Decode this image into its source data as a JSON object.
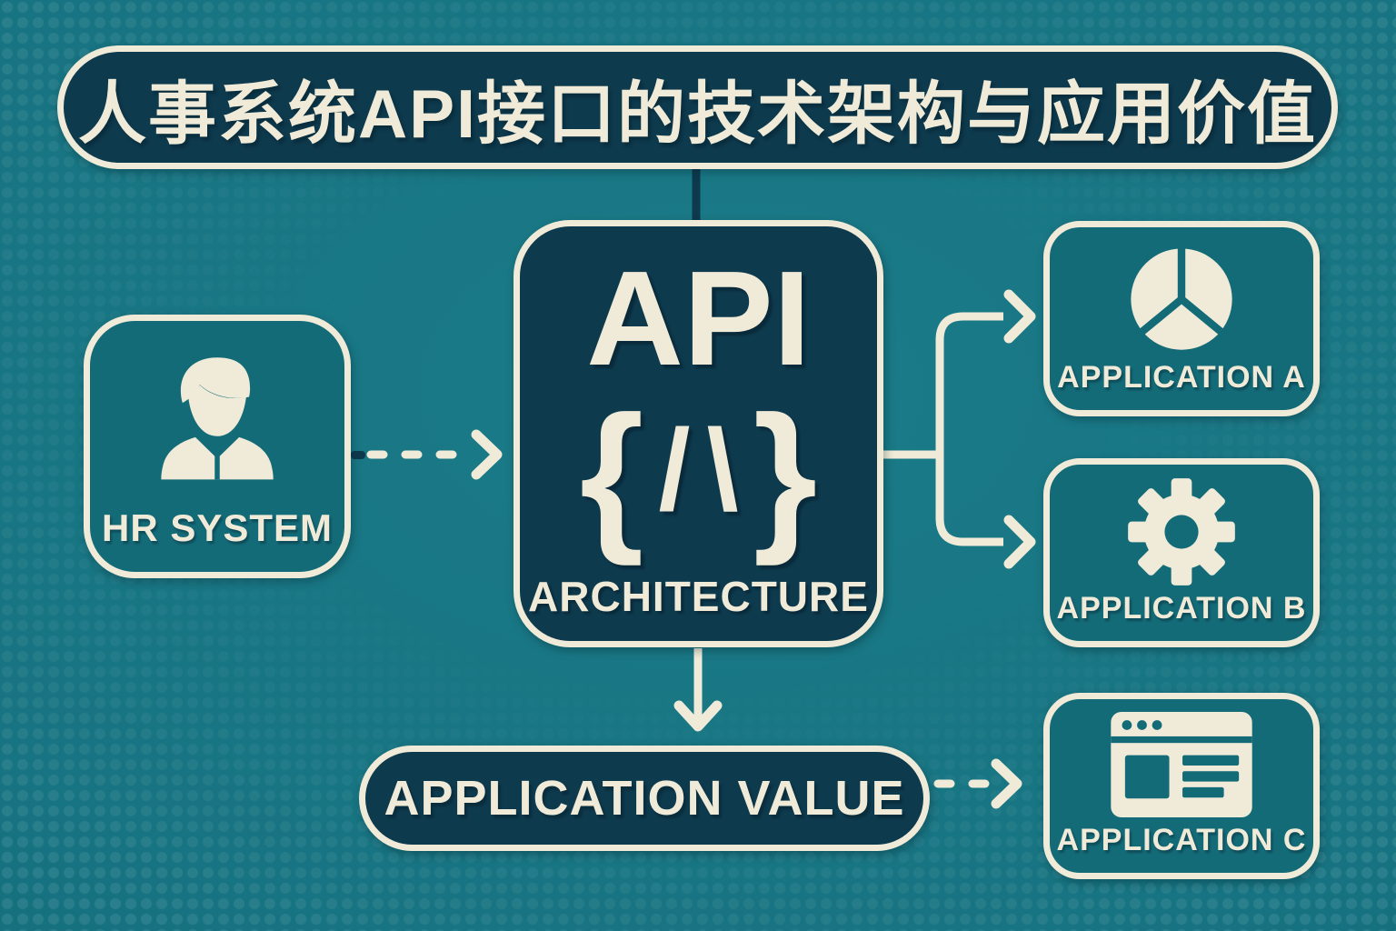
{
  "colors": {
    "background": "#177381",
    "panel_dark_navy": "#0e3a4e",
    "panel_teal": "#146b78",
    "cream": "#f0ebd8"
  },
  "title": {
    "text": "人事系统API接口的技术架构与应用价值"
  },
  "hr_system": {
    "label": "HR SYSTEM",
    "icon": "person-icon"
  },
  "api_core": {
    "heading": "API",
    "brace_left": "{",
    "slashes": "/\\",
    "brace_right": "}",
    "subheading": "ARCHITECTURE",
    "icon": "code-braces-icon"
  },
  "applications": [
    {
      "label": "APPLICATION A",
      "icon": "pie-chart-icon"
    },
    {
      "label": "APPLICATION B",
      "icon": "gear-icon"
    },
    {
      "label": "APPLICATION C",
      "icon": "browser-window-icon"
    }
  ],
  "application_value": {
    "label": "APPLICATION VALUE"
  },
  "edges": [
    {
      "from": "title",
      "to": "api-architecture",
      "style": "solid-dark"
    },
    {
      "from": "hr-system",
      "to": "api-architecture",
      "style": "dashed-arrow"
    },
    {
      "from": "api-architecture",
      "to": "application-a",
      "style": "solid-arrow"
    },
    {
      "from": "api-architecture",
      "to": "application-b",
      "style": "solid-arrow"
    },
    {
      "from": "api-architecture",
      "to": "application-value",
      "style": "solid-arrow"
    },
    {
      "from": "application-value",
      "to": "application-c",
      "style": "dashed-arrow"
    }
  ]
}
